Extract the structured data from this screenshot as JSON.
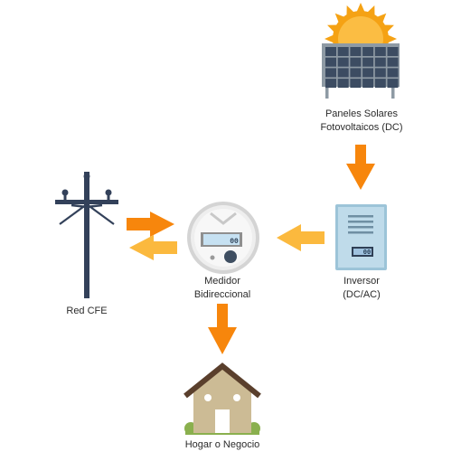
{
  "labels": {
    "solar": [
      "Paneles Solares",
      "Fotovoltaicos (DC)"
    ],
    "inverter": [
      "Inversor",
      "(DC/AC)"
    ],
    "meter": [
      "Medidor",
      "Bidireccional"
    ],
    "grid": [
      "Red CFE"
    ],
    "home": [
      "Hogar o Negocio"
    ]
  },
  "meter_display": "00",
  "inverter_display": "00",
  "colors": {
    "arrow_dark": "#f7860c",
    "arrow_light": "#fbb93e",
    "panel_frame": "#8e9aa4",
    "panel_cell": "#3c4c62",
    "pole": "#33415a",
    "house_wall": "#ccbb95",
    "house_roof": "#5a3f2c",
    "bush": "#8ab04e",
    "inverter_body": "#bfdbea"
  },
  "icons": [
    "sun-icon",
    "solar-panel-icon",
    "inverter-icon",
    "meter-icon",
    "power-pole-icon",
    "house-icon",
    "arrow-icon"
  ]
}
